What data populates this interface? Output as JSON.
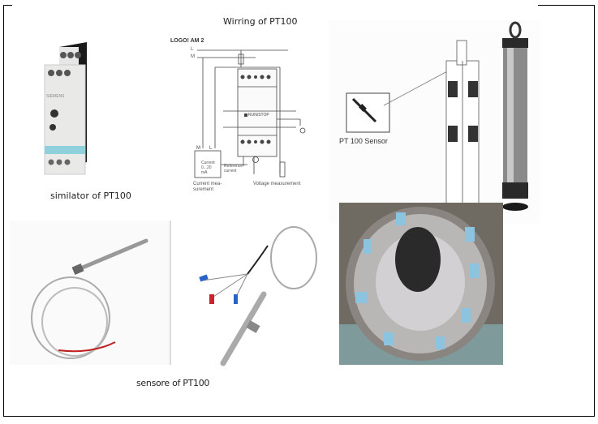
{
  "captions": {
    "simulator": "similator of PT100",
    "wiring_title": "Wirring of PT100",
    "sensors": "sensore of PT100"
  },
  "wiring_diagram": {
    "heading": "LOGO! AM 2",
    "line_l": "L",
    "line_m": "M",
    "module_label": "RUN/STOP",
    "source_m": "M",
    "source_l": "L",
    "source_text": "Current 0...20 mA",
    "reference": "Reference current",
    "current_measurement": "Current mea- surement",
    "voltage_measurement": "Voltage measurement"
  },
  "pump_figure": {
    "sensor_label": "PT 100 Sensor"
  },
  "relay_brand": "SIEMENS",
  "colors": {
    "frame": "#000000",
    "relay_blue": "#8fd0dc",
    "motor_tape": "#8cc4e0",
    "wire_red": "#d0202a",
    "wire_blue": "#2a63c8"
  }
}
